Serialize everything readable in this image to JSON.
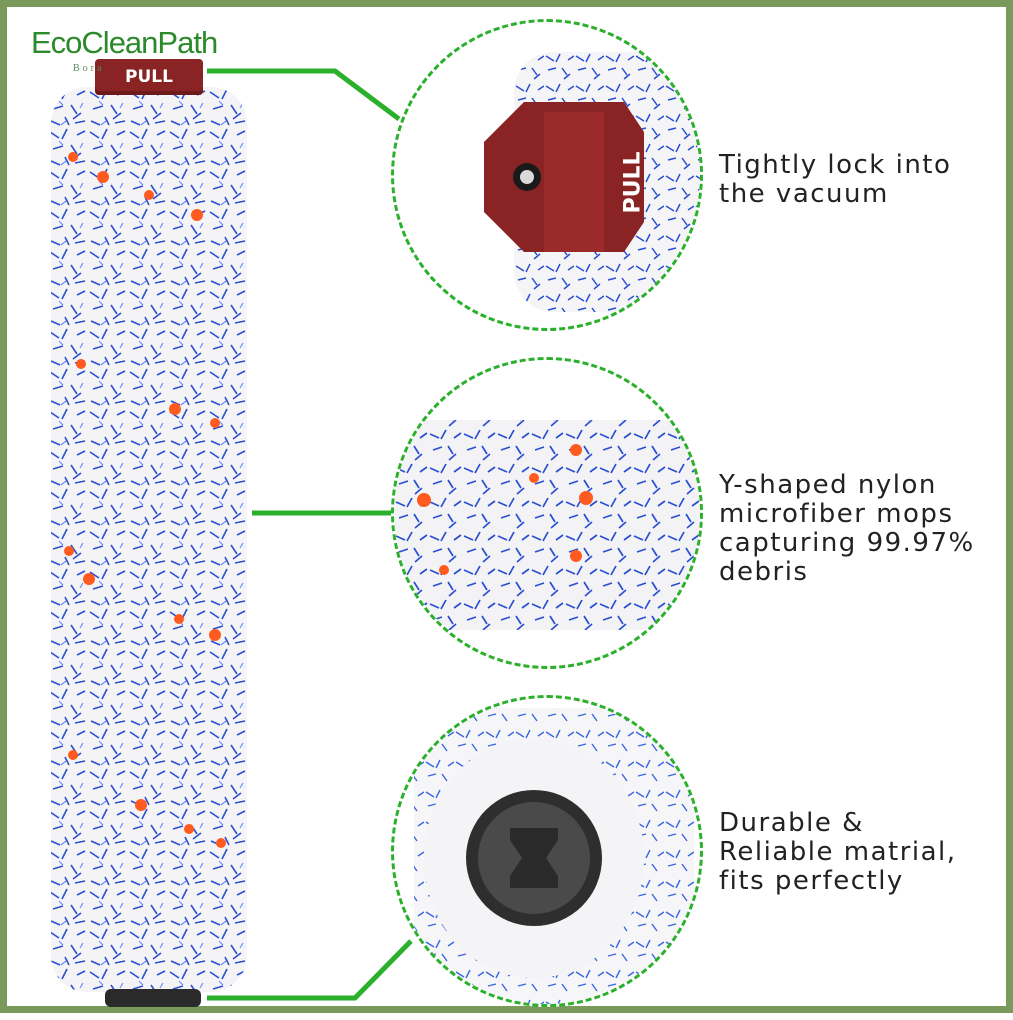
{
  "brand": {
    "name": "EcoCleanPath",
    "tagline": "Bora"
  },
  "product": {
    "end_cap_label": "PULL",
    "colors": {
      "fiber_white": "#f4f4f6",
      "fiber_blue": "#2a4fd0",
      "fiber_orange": "#ff5a1f",
      "cap_red": "#8a2424",
      "cap_gray": "#3a3a3a"
    }
  },
  "features": [
    {
      "lines": [
        "Tightly lock into",
        "the vacuum"
      ],
      "detail_label": "PULL"
    },
    {
      "lines": [
        "Y-shaped nylon",
        "microfiber mops",
        "capturing 99.97%",
        "debris"
      ]
    },
    {
      "lines": [
        "Durable &",
        "Reliable matrial,",
        "fits perfectly"
      ]
    }
  ],
  "accent_color": "#2bb02b",
  "frame_color": "#7a9a5c"
}
